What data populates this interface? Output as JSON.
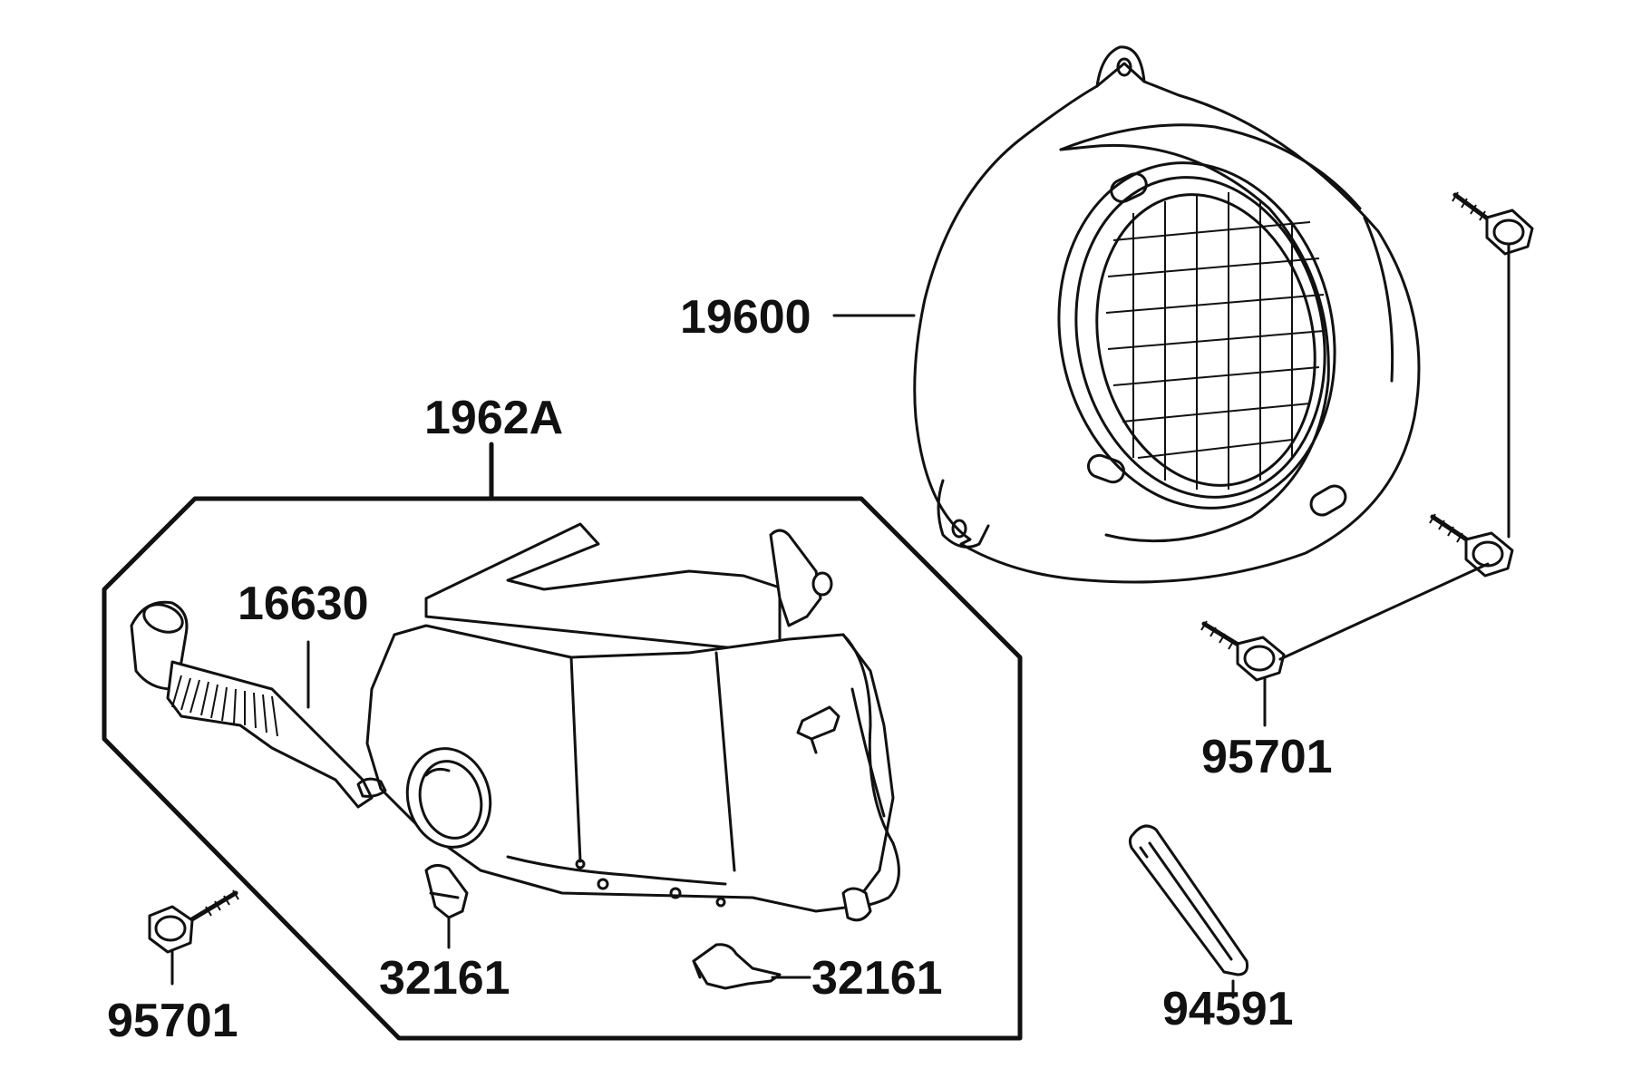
{
  "labels": {
    "fan_cover": "19600",
    "shroud_assembly": "1962A",
    "hose": "16630",
    "bolt_upper_right": "95701",
    "bolt_lower_left": "95701",
    "clamp_left": "32161",
    "clamp_right": "32161",
    "tie_strap": "94591"
  },
  "colors": {
    "line": "#111111",
    "background": "#ffffff"
  }
}
